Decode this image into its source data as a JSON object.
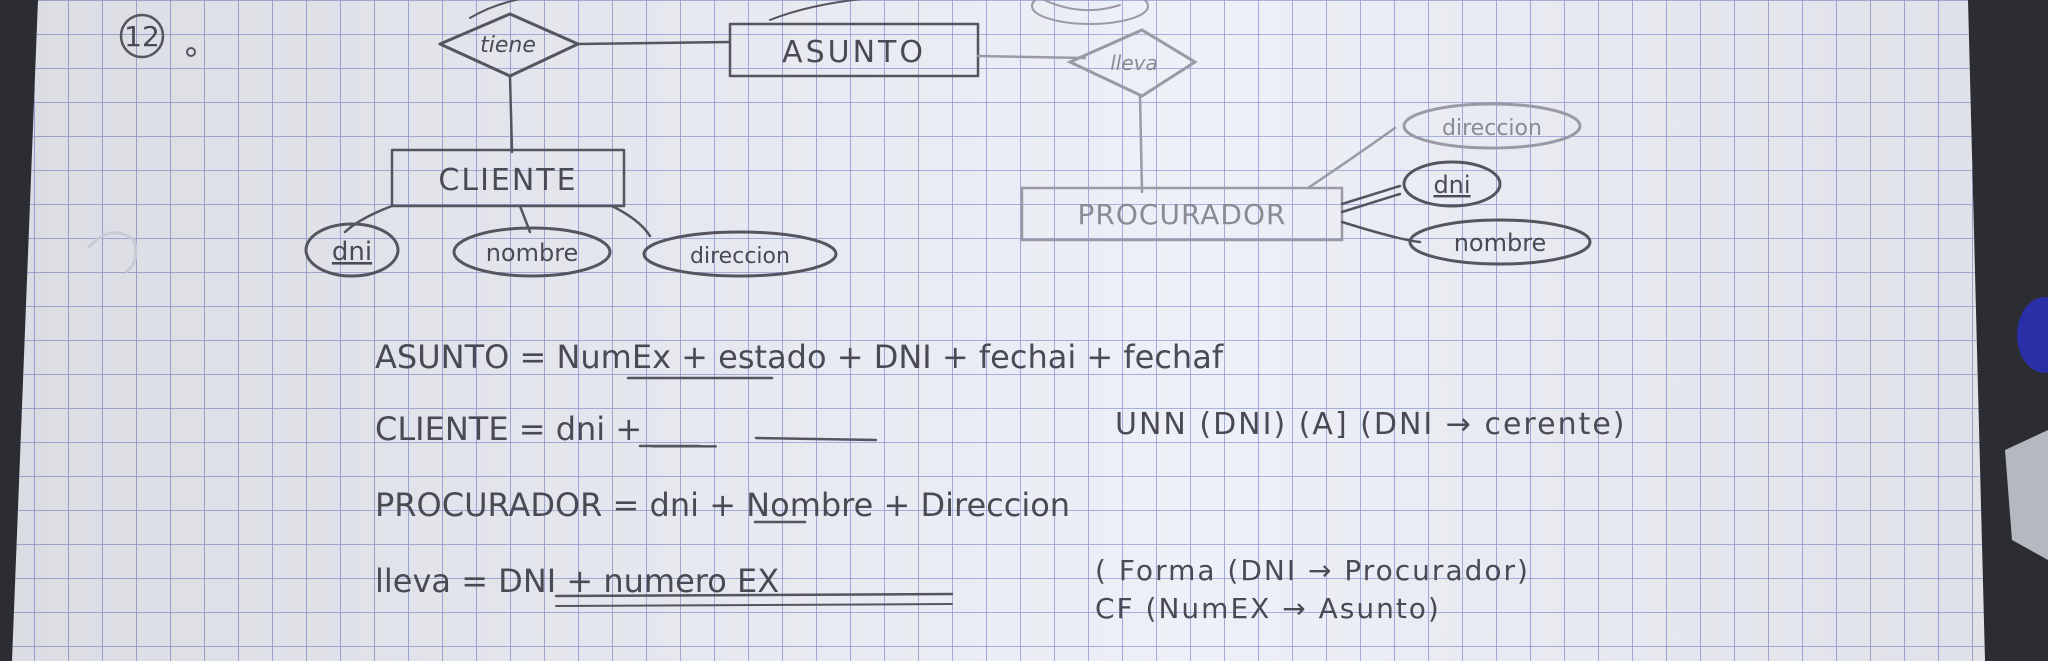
{
  "exercise_number": "12",
  "diagram": {
    "entities": {
      "asunto": "ASUNTO",
      "cliente": "CLIENTE",
      "procurador": "PROCURADOR"
    },
    "relationships": {
      "tiene": "tiene",
      "lleva": "lleva"
    },
    "attributes": {
      "cliente_dni": "dni",
      "cliente_nombre": "nombre",
      "cliente_direccion": "direccion",
      "procurador_direccion": "direccion",
      "procurador_dni": "dni",
      "procurador_nombre": "nombre"
    }
  },
  "notes": {
    "asunto_def": "ASUNTO = NumEx + estado + DNI + fechai + fechaf",
    "cliente_def": "CLIENTE = dni + ____",
    "unique_note": "UNN (DNI) (A] (DNI → cerente)",
    "procurador_def": "PROCURADOR = dni + Nombre + Direccion",
    "lleva_def": "lleva = DNI + numero EX",
    "fk_note_1": "( Forma (DNI → Procurador)",
    "fk_note_2": "CF (NumEX → Asunto)"
  }
}
